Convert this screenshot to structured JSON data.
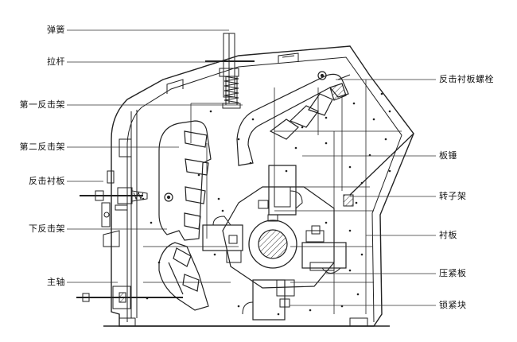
{
  "labels_left": [
    {
      "id": "spring",
      "text": "弹簧"
    },
    {
      "id": "tie-rod",
      "text": "拉杆"
    },
    {
      "id": "first-impact-rack",
      "text": "第一反击架"
    },
    {
      "id": "second-impact-rack",
      "text": "第二反击架"
    },
    {
      "id": "impact-liner",
      "text": "反击衬板"
    },
    {
      "id": "lower-impact-rack",
      "text": "下反击架"
    },
    {
      "id": "main-shaft",
      "text": "主轴"
    }
  ],
  "labels_right": [
    {
      "id": "liner-bolt",
      "text": "反击衬板螺栓"
    },
    {
      "id": "blow-bar",
      "text": "板锤"
    },
    {
      "id": "rotor-frame",
      "text": "转子架"
    },
    {
      "id": "liner-plate",
      "text": "衬板"
    },
    {
      "id": "clamp-plate",
      "text": "压紧板"
    },
    {
      "id": "locking-block",
      "text": "锁紧块"
    }
  ]
}
